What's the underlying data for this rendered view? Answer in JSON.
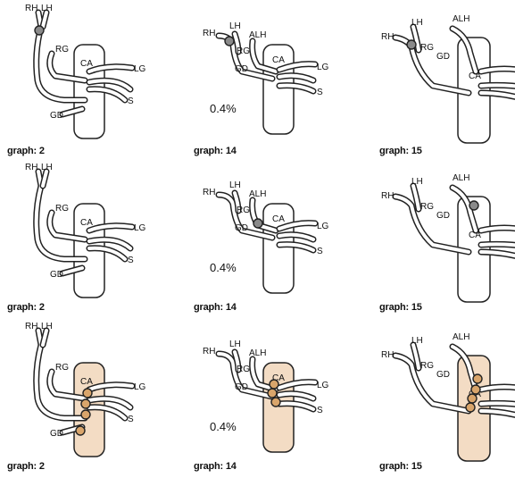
{
  "rows": [
    {
      "cells": [
        {
          "variant": "a",
          "caption": "graph: 2",
          "percent": "",
          "highlight": "none"
        },
        {
          "variant": "b",
          "caption": "graph: 14",
          "percent": "0.4%",
          "highlight": "none"
        },
        {
          "variant": "c",
          "caption": "graph: 15",
          "percent": "",
          "highlight": "none"
        }
      ]
    },
    {
      "cells": [
        {
          "variant": "a",
          "caption": "graph: 2",
          "percent": "",
          "highlight": "none"
        },
        {
          "variant": "b",
          "caption": "graph: 14",
          "percent": "0.4%",
          "highlight": "none"
        },
        {
          "variant": "c",
          "caption": "graph: 15",
          "percent": "",
          "highlight": "none"
        }
      ]
    },
    {
      "cells": [
        {
          "variant": "a",
          "caption": "graph: 2",
          "percent": "",
          "highlight": "tan"
        },
        {
          "variant": "b",
          "caption": "graph: 14",
          "percent": "0.4%",
          "highlight": "tan"
        },
        {
          "variant": "c",
          "caption": "graph: 15",
          "percent": "",
          "highlight": "tan"
        }
      ]
    }
  ],
  "labels": {
    "rh": "RH",
    "lh": "LH",
    "alh": "ALH",
    "rg": "RG",
    "ca": "CA",
    "lg": "LG",
    "s": "S",
    "gd": "GD"
  },
  "colors": {
    "node": "#8a8a8a",
    "highlight_fill": "#f3dcc4",
    "highlight_node": "#d9a56b",
    "line": "#222222"
  }
}
